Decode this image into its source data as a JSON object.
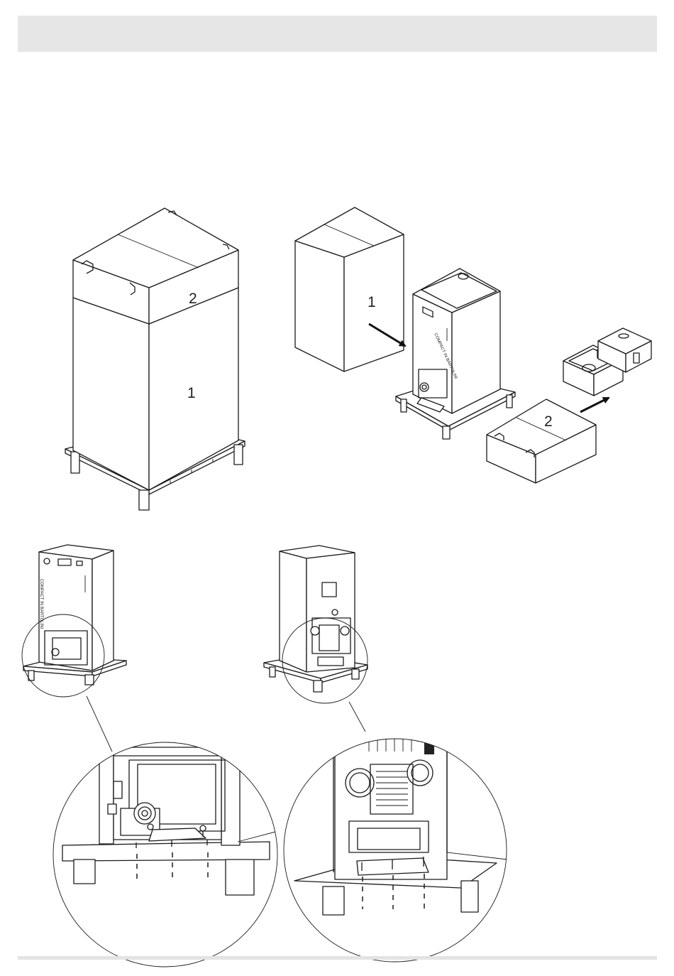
{
  "callouts": {
    "box_top_label": "2",
    "box_body_label": "1",
    "removed_sleeve_label": "1",
    "removed_lid_label": "2"
  },
  "product": {
    "brand_text": "COMPACT IN BARTOLINI"
  },
  "icons": [
    "arrow-icon",
    "pallet-icon",
    "screw-icon"
  ]
}
